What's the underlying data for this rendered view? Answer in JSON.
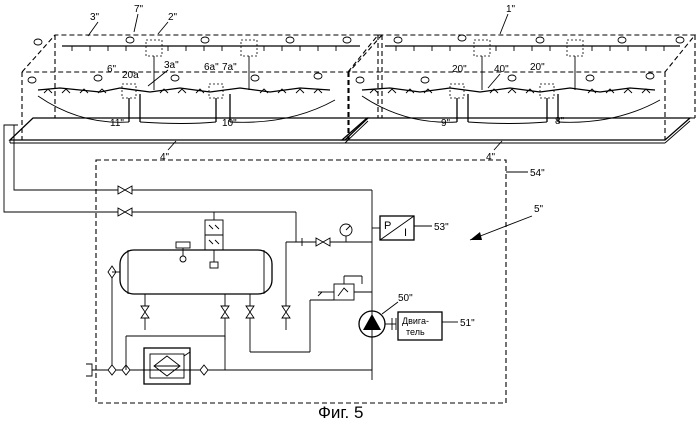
{
  "caption": "Фиг. 5",
  "labels": {
    "l1": "1\"",
    "l2": "2\"",
    "l3": "3\"",
    "l7": "7\"",
    "l6": "6\"",
    "l20a": "20a",
    "l3a": "3a\"",
    "l6a": "6a\"",
    "l7a": "7a\"",
    "l11": "11\"",
    "l10": "10\"",
    "l4left": "4\"",
    "l4right": "4\"",
    "l20l": "20\"",
    "l40": "40\"",
    "l20r": "20\"",
    "l9": "9\"",
    "l8": "8\"",
    "l54": "54\"",
    "l5": "5\"",
    "l53": "53\"",
    "l50": "50\"",
    "l51": "51\"",
    "pressure_p": "P",
    "pressure_i": "I",
    "motor_line1": "Двига-",
    "motor_line2": "тель"
  }
}
